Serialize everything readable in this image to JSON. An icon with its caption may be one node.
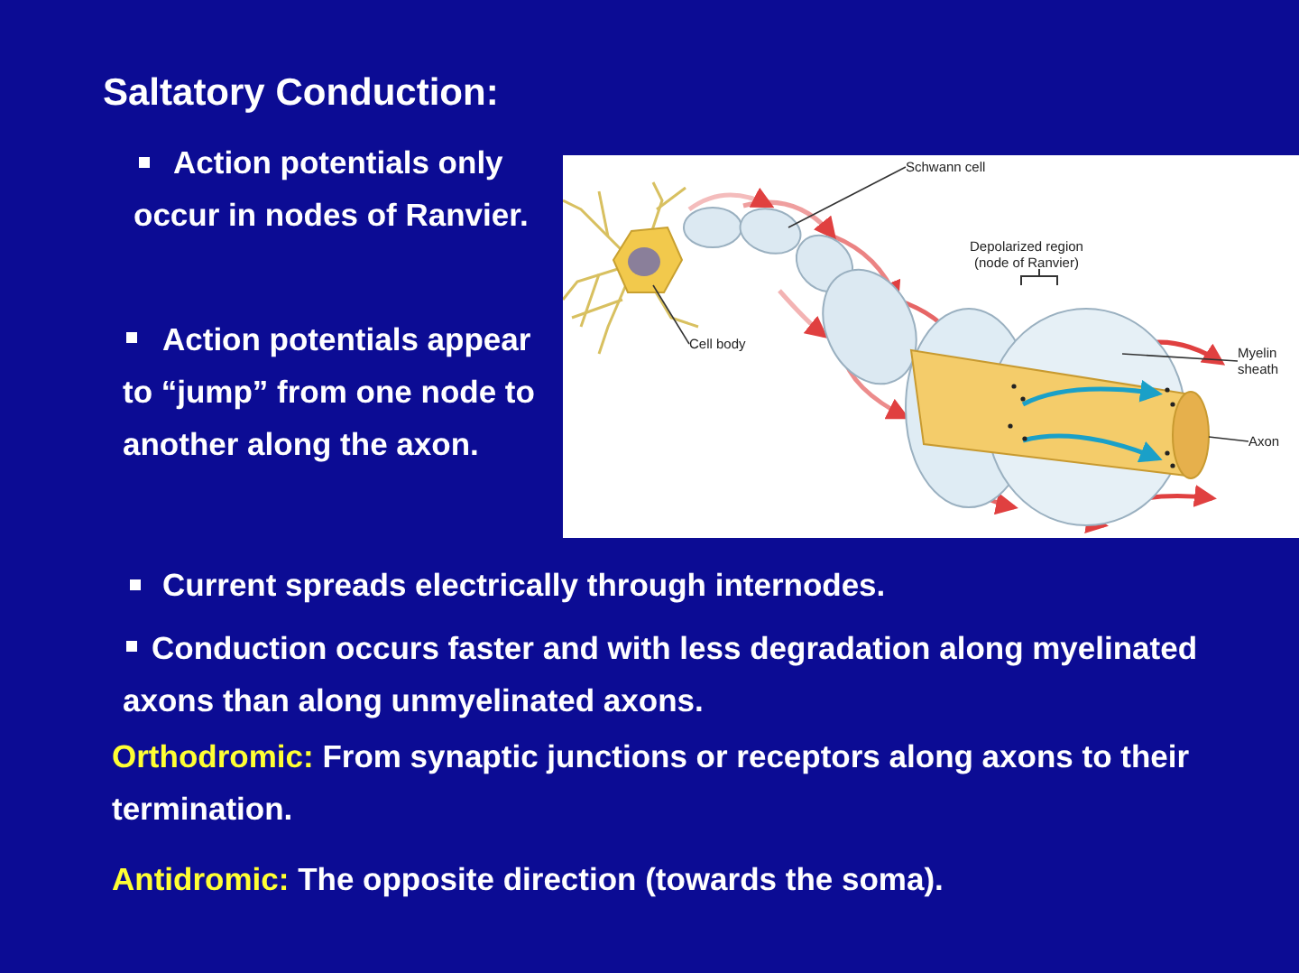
{
  "diagram": {
    "title": "Saltatory Conduction:",
    "nodes": [
      {
        "text": [
          "Schwann cell"
        ]
      },
      {
        "text": [
          "Cell body"
        ]
      },
      {
        "text": [
          "Myelin sheath"
        ]
      },
      {
        "text": [
          "Axon"
        ]
      }
    ],
    "edges": [
      {
        "from": 0,
        "to": null,
        "arrow": "none"
      },
      {
        "from": 1,
        "to": null,
        "arrow": "none"
      },
      {
        "from": 2,
        "to": null,
        "arrow": "none"
      },
      {
        "from": 3,
        "to": null,
        "arrow": "none"
      }
    ],
    "labels": [
      "Action potentials only occur in nodes of Ranvier.",
      "Action potentials appear to “jump” from one node to another along the axon.",
      "Current spreads electrically through internodes.",
      "Conduction occurs faster and with less degradation along myelinated axons than along unmyelinated axons.",
      "Orthodromic:",
      "From synaptic junctions or receptors along axons to their termination.",
      "Antidromic:",
      "The opposite direction (towards the soma).",
      "Depolarized region (node of Ranvier)"
    ]
  }
}
